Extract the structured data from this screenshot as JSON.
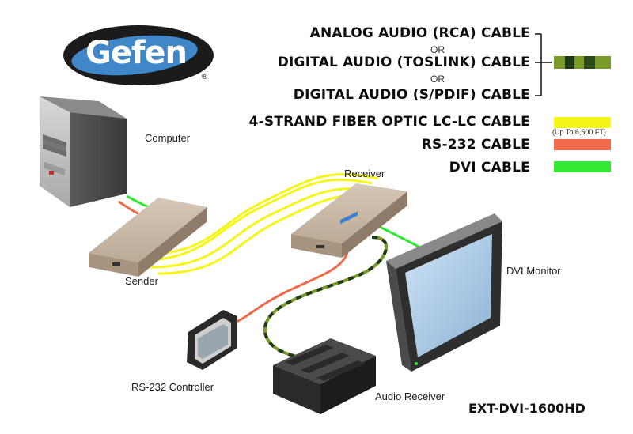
{
  "brand": {
    "logo_text": "Gefen",
    "registered_mark": "®"
  },
  "legend": {
    "audio_cables": [
      "ANALOG AUDIO (RCA) CABLE",
      "DIGITAL AUDIO (TOSLINK) CABLE",
      "DIGITAL AUDIO (S/PDIF) CABLE"
    ],
    "or_label": "OR",
    "fiber_cable": "4-STRAND FIBER OPTIC LC-LC CABLE",
    "fiber_note": "(Up To 6,600 FT)",
    "rs232_cable": "RS-232 CABLE",
    "dvi_cable": "DVI CABLE"
  },
  "devices": {
    "computer": "Computer",
    "receiver": "Receiver",
    "sender": "Sender",
    "dvi_monitor": "DVI Monitor",
    "rs232_controller": "RS-232 Controller",
    "audio_receiver": "Audio Receiver"
  },
  "model_number": "EXT-DVI-1600HD",
  "colors": {
    "fiber": "#f5f51a",
    "rs232": "#ee6a4a",
    "dvi": "#33e833",
    "audio_dark": "#1d3a14",
    "audio_light": "#7a9a2a",
    "logo_blue": "#3f87c8",
    "logo_dark": "#1b1b1b",
    "box_tan": "#c9b8a6"
  }
}
